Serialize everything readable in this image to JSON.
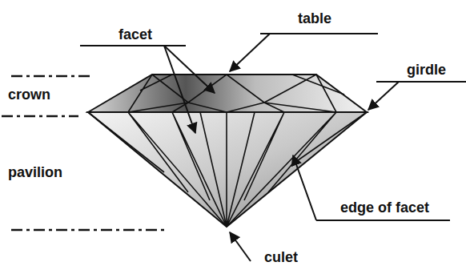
{
  "diagram": {
    "labels": [
      "table",
      "facet",
      "girdle",
      "crown",
      "pavilion",
      "edge of facet",
      "culet"
    ]
  }
}
